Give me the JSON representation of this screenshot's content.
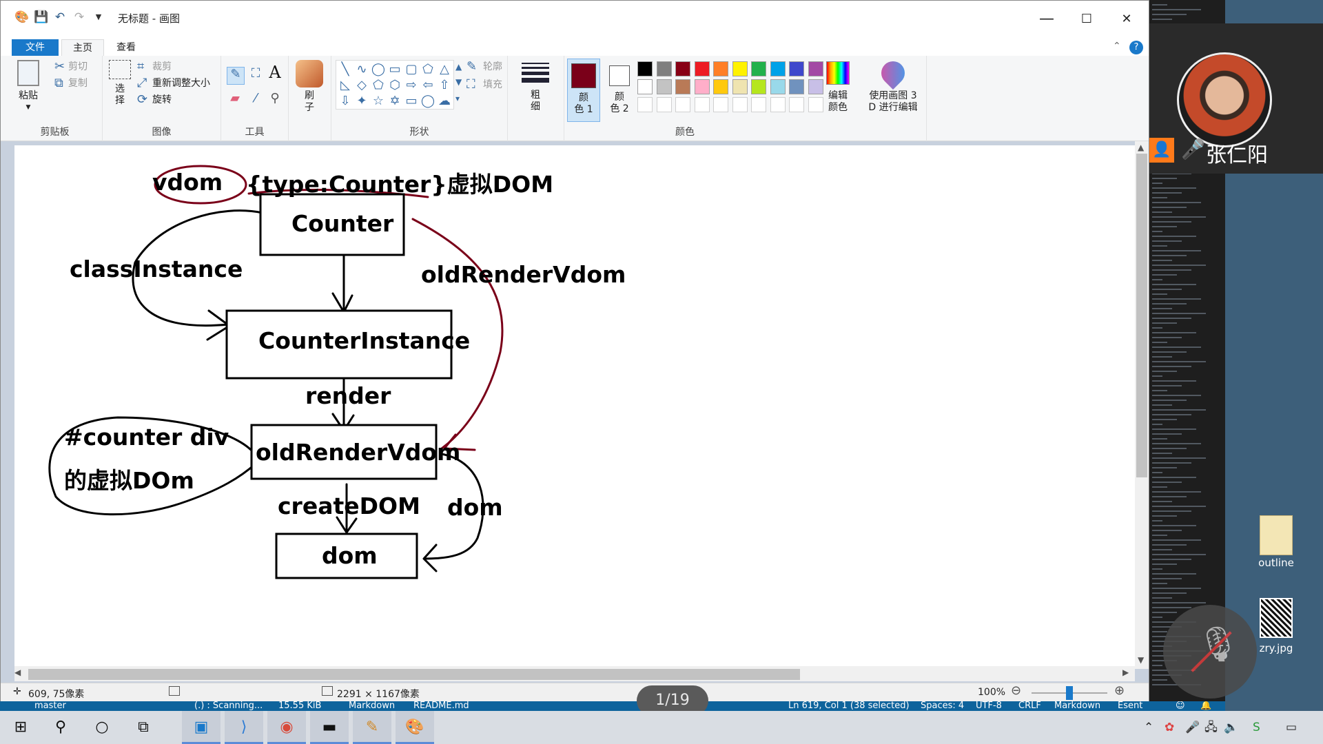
{
  "window": {
    "title": "无标题 - 画图",
    "minimize": "—",
    "maximize": "☐",
    "close": "✕"
  },
  "menu": {
    "file": "文件",
    "home": "主页",
    "view": "查看",
    "help": "?"
  },
  "ribbon": {
    "clipboard": {
      "paste": "粘贴",
      "cut": "剪切",
      "copy": "复制",
      "label": "剪贴板"
    },
    "image": {
      "select_1": "选",
      "select_2": "择",
      "crop": "裁剪",
      "resize": "重新调整大小",
      "rotate": "旋转",
      "label": "图像"
    },
    "tools": {
      "label": "工具"
    },
    "brushes": {
      "label_1": "刷",
      "label_2": "子"
    },
    "shapes": {
      "outline": "轮廓",
      "fill": "填充",
      "label": "形状"
    },
    "size": {
      "label_1": "粗",
      "label_2": "细"
    },
    "colors": {
      "color1_1": "颜",
      "color1_2": "色 1",
      "color2_1": "颜",
      "color2_2": "色 2",
      "edit_1": "编辑",
      "edit_2": "颜色",
      "paint3d_1": "使用画图 3",
      "paint3d_2": "D 进行编辑",
      "label": "颜色",
      "color1_value": "#7a0019",
      "color2_value": "#ffffff",
      "palette_row1": [
        "#000000",
        "#7f7f7f",
        "#880015",
        "#ed1c24",
        "#ff7f27",
        "#fff200",
        "#22b14c",
        "#00a2e8",
        "#3f48cc",
        "#a349a4"
      ],
      "palette_row2": [
        "#ffffff",
        "#c3c3c3",
        "#b97a57",
        "#ffaec9",
        "#ffc90e",
        "#efe4b0",
        "#b5e61d",
        "#99d9ea",
        "#7092be",
        "#c8bfe7"
      ]
    }
  },
  "diagram": {
    "vdom": "vdom",
    "type_counter": "{type:Counter}虚拟DOM",
    "counter": "Counter",
    "class_instance": "classInstance",
    "old_render_vdom_label": "oldRenderVdom",
    "counter_instance": "CounterInstance",
    "render": "render",
    "counter_div_1": "#counter div",
    "counter_div_2": "的虚拟DOm",
    "old_render_vdom_box": "oldRenderVdom",
    "create_dom": "createDOM",
    "dom_label": "dom",
    "dom_box": "dom"
  },
  "status": {
    "cursor_pos": "609, 75像素",
    "canvas_size": "2291 × 1167像素",
    "zoom": "100%",
    "zoom_level": 0.5
  },
  "vscode_status": {
    "branch": "master",
    "scanning": "(.) : Scanning...",
    "size": "15.55 KiB",
    "lang1": "Markdown",
    "file": "README.md",
    "cursor": "Ln 619, Col 1 (38 selected)",
    "spaces": "Spaces: 4",
    "encoding": "UTF-8",
    "eol": "CRLF",
    "lang2": "Markdown",
    "extra": "Esent"
  },
  "page_badge": "1/19",
  "webcam": {
    "name": "张仁阳"
  },
  "desktop": {
    "icon1": "outline",
    "icon2": "zry.jpg"
  }
}
